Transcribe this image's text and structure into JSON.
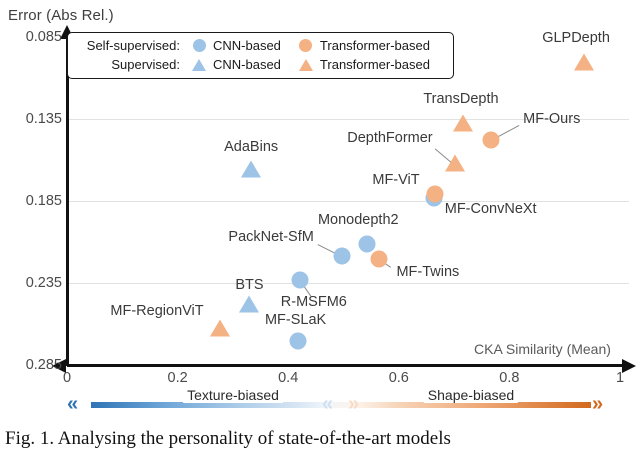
{
  "chart_data": {
    "type": "scatter",
    "title": "",
    "xlabel": "CKA Similarity (Mean)",
    "ylabel": "Error (Abs Rel.)",
    "xlim": [
      0,
      1
    ],
    "ylim_top": 0.085,
    "ylim_bottom": 0.285,
    "y_axis_inverted": true,
    "xticks": [
      "0",
      "0.2",
      "0.4",
      "0.6",
      "0.8",
      "1"
    ],
    "xtick_values": [
      0,
      0.2,
      0.4,
      0.6,
      0.8,
      1
    ],
    "yticks": [
      "0.085",
      "0.135",
      "0.185",
      "0.235",
      "0.285"
    ],
    "ytick_values": [
      0.085,
      0.135,
      0.185,
      0.235,
      0.285
    ],
    "grid": "horizontal",
    "legend_position": "top-left",
    "series": [
      {
        "name": "Self-supervised CNN-based",
        "marker": "circle",
        "color": "#9DC3E6",
        "points": [
          {
            "label": "PackNet-SfM",
            "x": 0.497,
            "y": 0.2185
          },
          {
            "label": "Monodepth2",
            "x": 0.543,
            "y": 0.2115
          },
          {
            "label": "R-MSFM6",
            "x": 0.421,
            "y": 0.233
          },
          {
            "label": "MF-SLaK",
            "x": 0.417,
            "y": 0.2705
          },
          {
            "label": "MF-ViT",
            "x": 0.663,
            "y": 0.183
          }
        ]
      },
      {
        "name": "Self-supervised Transformer-based",
        "marker": "circle",
        "color": "#F4B183",
        "points": [
          {
            "label": "MF-Twins",
            "x": 0.565,
            "y": 0.2205
          },
          {
            "label": "MF-ConvNeXt",
            "x": 0.665,
            "y": 0.1805
          },
          {
            "label": "MF-Ours",
            "x": 0.767,
            "y": 0.1475
          }
        ]
      },
      {
        "name": "Supervised CNN-based",
        "marker": "triangle",
        "color": "#9DC3E6",
        "points": [
          {
            "label": "AdaBins",
            "x": 0.333,
            "y": 0.1665
          },
          {
            "label": "BTS",
            "x": 0.33,
            "y": 0.249
          }
        ]
      },
      {
        "name": "Supervised Transformer-based",
        "marker": "triangle",
        "color": "#F4B183",
        "points": [
          {
            "label": "GLPDepth",
            "x": 0.935,
            "y": 0.1015
          },
          {
            "label": "TransDepth",
            "x": 0.716,
            "y": 0.1385
          },
          {
            "label": "DepthFormer",
            "x": 0.701,
            "y": 0.163
          },
          {
            "label": "MF-RegionViT",
            "x": 0.276,
            "y": 0.2635
          }
        ]
      }
    ],
    "annotations": {
      "bias_scale_left": "Texture-biased",
      "bias_scale_right": "Shape-biased"
    }
  },
  "axes": {
    "y_title": "Error (Abs Rel.)",
    "x_title": "CKA Similarity (Mean)",
    "yticks": [
      {
        "text": "0.085"
      },
      {
        "text": "0.135"
      },
      {
        "text": "0.185"
      },
      {
        "text": "0.235"
      },
      {
        "text": "0.285"
      }
    ],
    "xticks": [
      {
        "text": "0"
      },
      {
        "text": "0.2"
      },
      {
        "text": "0.4"
      },
      {
        "text": "0.6"
      },
      {
        "text": "0.8"
      },
      {
        "text": "1"
      }
    ]
  },
  "legend": {
    "rows": [
      {
        "title": "Self-supervised:",
        "marker": "circle",
        "cnn_label": "CNN-based",
        "transformer_label": "Transformer-based"
      },
      {
        "title": "Supervised:",
        "marker": "triangle",
        "cnn_label": "CNN-based",
        "transformer_label": "Transformer-based"
      }
    ]
  },
  "bias_bar": {
    "left_chevron": "«",
    "center_chevron": "⟨⟩",
    "right_chevron": "»",
    "left_text": "Texture-biased",
    "right_text": "Shape-biased"
  },
  "colors": {
    "cnn_blue": "#9DC3E6",
    "transformer_orange": "#F4B183",
    "texture_blue": "#2F74B5",
    "shape_orange": "#D2691E",
    "axis_black": "#111111",
    "grid_gray": "#E2E2E2"
  },
  "caption": {
    "text": "Fig. 1. Analysing the personality of state-of-the-art models"
  },
  "point_labels": [
    {
      "key": "GLPDepth",
      "text": "GLPDepth"
    },
    {
      "key": "TransDepth",
      "text": "TransDepth"
    },
    {
      "key": "MF-Ours",
      "text": "MF-Ours"
    },
    {
      "key": "DepthFormer",
      "text": "DepthFormer"
    },
    {
      "key": "MF-ViT",
      "text": "MF-ViT"
    },
    {
      "key": "MF-ConvNeXt",
      "text": "MF-ConvNeXt"
    },
    {
      "key": "AdaBins",
      "text": "AdaBins"
    },
    {
      "key": "Monodepth2",
      "text": "Monodepth2"
    },
    {
      "key": "PackNet-SfM",
      "text": "PackNet-SfM"
    },
    {
      "key": "MF-Twins",
      "text": "MF-Twins"
    },
    {
      "key": "R-MSFM6",
      "text": "R-MSFM6"
    },
    {
      "key": "BTS",
      "text": "BTS"
    },
    {
      "key": "MF-RegionViT",
      "text": "MF-RegionViT"
    },
    {
      "key": "MF-SLaK",
      "text": "MF-SLaK"
    }
  ]
}
